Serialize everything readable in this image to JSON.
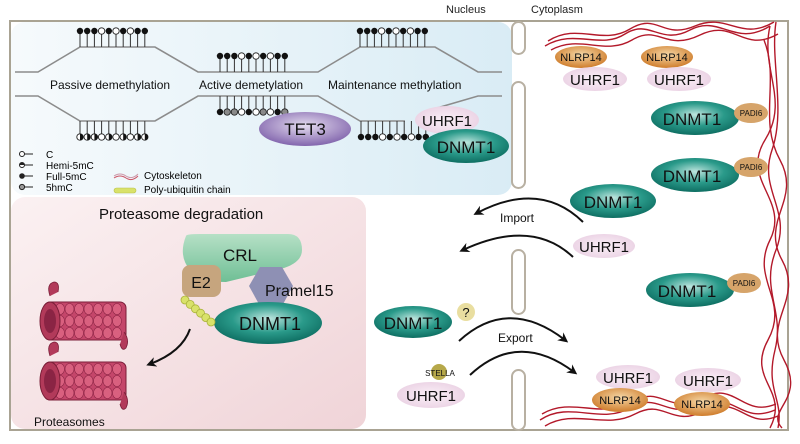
{
  "header": {
    "nucleus_label": "Nucleus",
    "cytoplasm_label": "Cytoplasm"
  },
  "methylation_panel": {
    "processes": [
      "Passive demethylation",
      "Active demetylation",
      "Maintenance methylation"
    ],
    "top_strands": [
      [
        "F",
        "F",
        "F",
        "C",
        "F",
        "C",
        "F",
        "C",
        "F",
        "F"
      ],
      [
        "F",
        "F",
        "F",
        "C",
        "F",
        "C",
        "F",
        "C",
        "F",
        "F"
      ],
      [
        "F",
        "F",
        "F",
        "C",
        "F",
        "C",
        "F",
        "C",
        "F",
        "F"
      ]
    ],
    "bottom_strands": [
      [
        "H",
        "H",
        "H",
        "C",
        "H",
        "C",
        "H",
        "C",
        "H",
        "H"
      ],
      [
        "F",
        "G",
        "G",
        "C",
        "F",
        "C",
        "G",
        "C",
        "F",
        "G"
      ],
      [
        "F",
        "F",
        "F",
        "C",
        "F",
        "C",
        "F",
        "C",
        "F",
        "F"
      ]
    ],
    "enzymes": {
      "tet3": "TET3",
      "uhrf1": "UHRF1",
      "dnmt1": "DNMT1"
    }
  },
  "legend": {
    "items": [
      {
        "symbol": "C",
        "label": "C"
      },
      {
        "symbol": "H",
        "label": "Hemi-5mC"
      },
      {
        "symbol": "F",
        "label": "Full-5mC"
      },
      {
        "symbol": "G",
        "label": "5hmC"
      }
    ],
    "extra": [
      {
        "symbol": "cytoskeleton",
        "label": "Cytoskeleton"
      },
      {
        "symbol": "ubiquitin",
        "label": "Poly-ubiquitin chain"
      }
    ]
  },
  "proteasome_panel": {
    "title": "Proteasome degradation",
    "crl": "CRL",
    "e2": "E2",
    "pramel15": "Pramel15",
    "dnmt1": "DNMT1",
    "proteasomes_label": "Proteasomes"
  },
  "transport": {
    "import_label": "Import",
    "export_label": "Export",
    "import_cargo": [
      "DNMT1",
      "UHRF1"
    ],
    "export_dnmt1": "DNMT1",
    "export_question": "?",
    "stella": "STELLA",
    "export_uhrf1": "UHRF1"
  },
  "cytoplasm": {
    "top_complexes": [
      {
        "nlrp14": "NLRP14",
        "uhrf1": "UHRF1"
      },
      {
        "nlrp14": "NLRP14",
        "uhrf1": "UHRF1"
      }
    ],
    "padi6_complexes": [
      {
        "dnmt1": "DNMT1",
        "padi6": "PADI6"
      },
      {
        "dnmt1": "DNMT1",
        "padi6": "PADI6"
      },
      {
        "dnmt1": "DNMT1",
        "padi6": "PADI6"
      }
    ],
    "bottom_complexes": [
      {
        "uhrf1": "UHRF1",
        "nlrp14": "NLRP14"
      },
      {
        "uhrf1": "UHRF1",
        "nlrp14": "NLRP14"
      }
    ]
  },
  "colors": {
    "dnmt1": "#1f8a7c",
    "uhrf1": "#efd9ea",
    "nlrp14": "#d88c3a",
    "padi6": "#d6a46a",
    "tet3": "#8f78b6",
    "crl": "#8fcdaa",
    "pramel15": "#8e90b4",
    "e2": "#c6a57e",
    "ubiquitin": "#d9e26a",
    "stella": "#b6a84a",
    "question": "#e9dea0",
    "cytoskeleton": "#b3192a",
    "proteasome": "#b23a5a",
    "membrane": "#b8b0a2",
    "frame": "#a9a393",
    "nucleus_panel": "#e3f1f7",
    "proteasome_panel": "#f3dde0"
  }
}
